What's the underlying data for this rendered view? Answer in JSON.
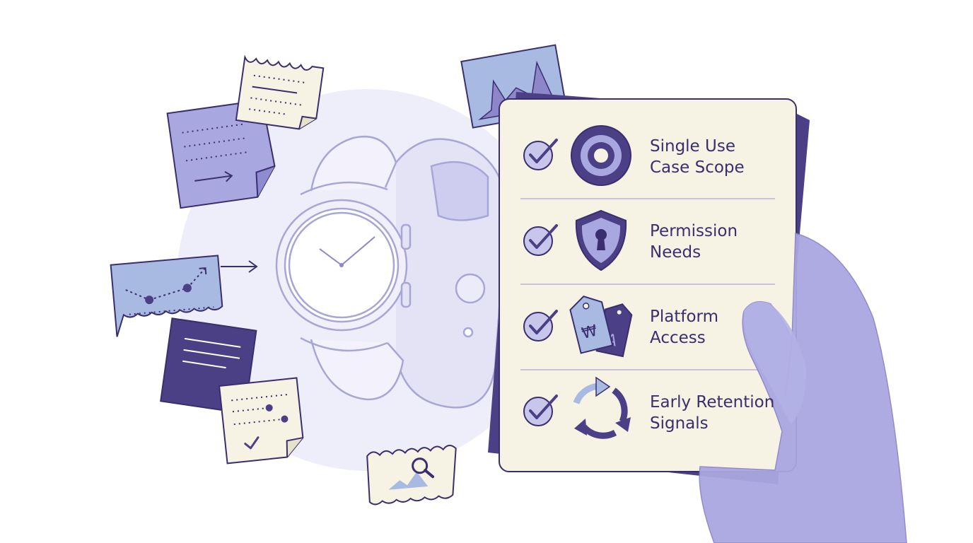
{
  "checklist": {
    "items": [
      {
        "line1": "Single Use",
        "line2": "Case Scope",
        "icon": "target-icon",
        "checked": true
      },
      {
        "line1": "Permission",
        "line2": "Needs",
        "icon": "shield-keyhole-icon",
        "checked": true
      },
      {
        "line1": "Platform",
        "line2": "Access",
        "icon": "price-tags-icon",
        "checked": true
      },
      {
        "line1": "Early Retention",
        "line2": "Signals",
        "icon": "cycle-arrows-icon",
        "checked": true
      }
    ]
  },
  "icons": {
    "tag_front_glyph": "₩",
    "tag_back_glyph": "A"
  },
  "colors": {
    "deep_purple": "#4b3f86",
    "mid_lavender": "#9f9bd8",
    "pale_lavender": "#e8e7f8",
    "periwinkle_blue": "#a8b9e2",
    "cream": "#f6f3e4",
    "line_purple": "#3a2f6e"
  }
}
